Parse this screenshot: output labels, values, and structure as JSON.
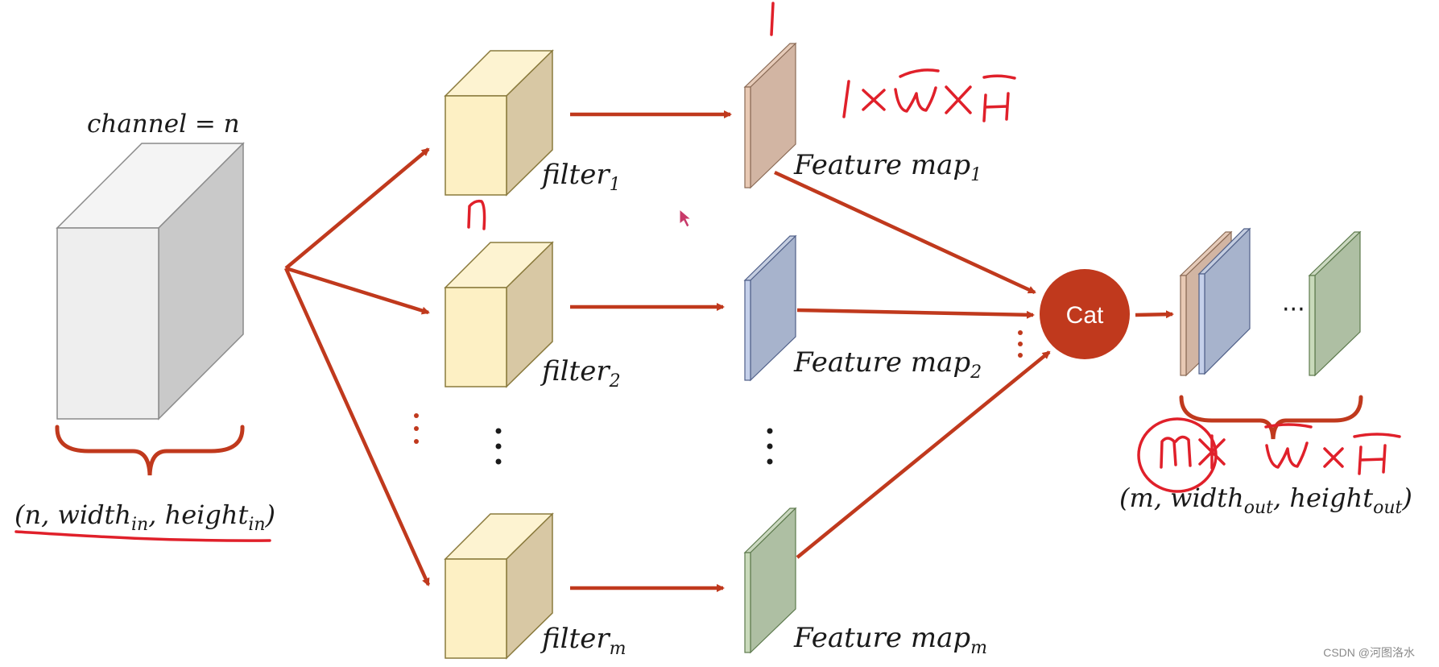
{
  "input": {
    "channel_label": "channel = n",
    "shape_label_main": "(n, width",
    "shape_sub_1": "in",
    "shape_label_mid": ", height",
    "shape_sub_2": "in",
    "shape_close": ")"
  },
  "filters": [
    {
      "name": "filter",
      "sub": "1"
    },
    {
      "name": "filter",
      "sub": "2"
    },
    {
      "name": "filter",
      "sub": "m"
    }
  ],
  "feature_maps": [
    {
      "name": "Feature map",
      "sub": "1",
      "color": "#d2b5a3"
    },
    {
      "name": "Feature map",
      "sub": "2",
      "color": "#a7b3cc"
    },
    {
      "name": "Feature map",
      "sub": "m",
      "color": "#aebfa3"
    }
  ],
  "cat_label": "Cat",
  "output": {
    "dots": "···",
    "shape_label_main": "(m, width",
    "shape_sub_1": "out",
    "shape_label_mid": ", height",
    "shape_sub_2": "out",
    "shape_close": ")"
  },
  "colors": {
    "arrow": "#c0391d",
    "cat": "#c0391d",
    "filter_front": "#fdf0c4",
    "input_front": "#eeeeee",
    "annotation": "#e0202a"
  },
  "watermark": "CSDN @河图洛水"
}
